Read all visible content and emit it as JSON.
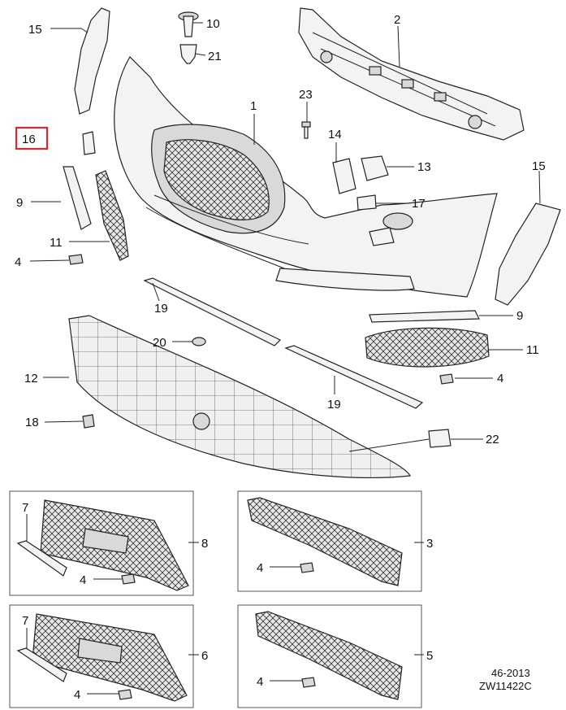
{
  "diagram": {
    "callouts": {
      "c1": "1",
      "c2": "2",
      "c3": "3",
      "c4a": "4",
      "c4b": "4",
      "c4c": "4",
      "c4d": "4",
      "c4e": "4",
      "c4f": "4",
      "c5": "5",
      "c6": "6",
      "c7a": "7",
      "c7b": "7",
      "c8": "8",
      "c9a": "9",
      "c9b": "9",
      "c10": "10",
      "c11a": "11",
      "c11b": "11",
      "c12": "12",
      "c13": "13",
      "c14": "14",
      "c15a": "15",
      "c15b": "15",
      "c16": "16",
      "c17": "17",
      "c18": "18",
      "c19a": "19",
      "c19b": "19",
      "c20": "20",
      "c21": "21",
      "c22": "22",
      "c23": "23"
    },
    "highlighted_callout": "16",
    "highlight_color": "#e0262b",
    "drawing_code": "46-2013",
    "drawing_ref": "ZW11422C"
  }
}
